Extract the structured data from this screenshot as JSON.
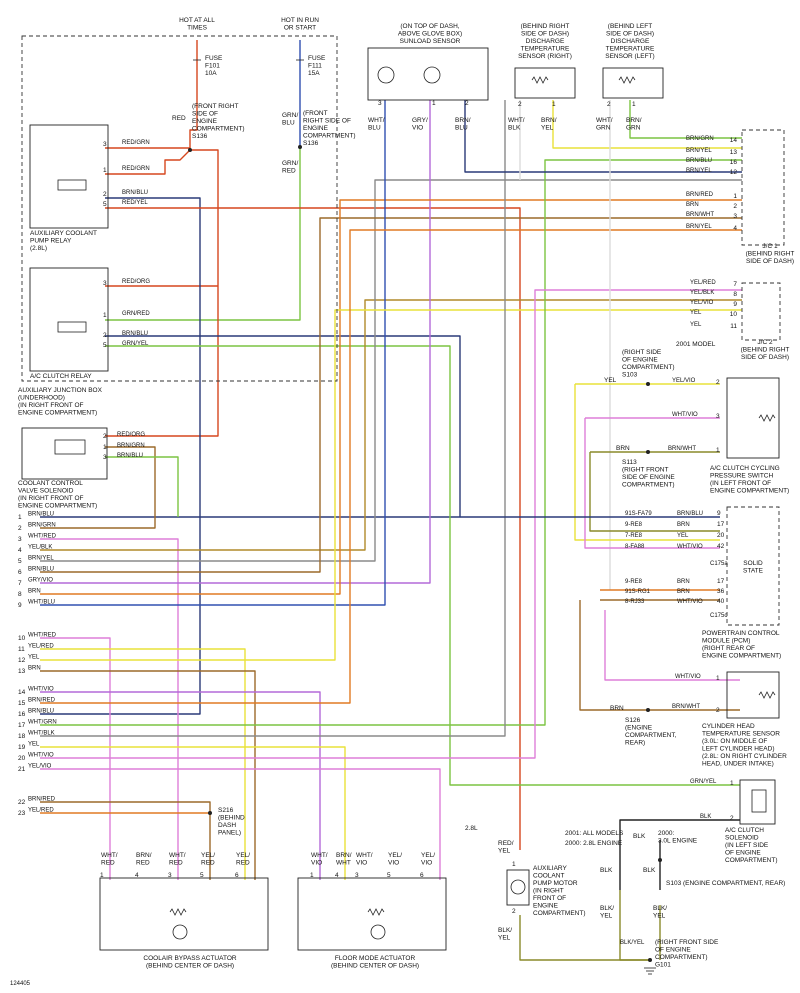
{
  "figure_id": "124405",
  "top": {
    "hot_at_all_times": [
      "HOT AT ALL",
      "TIMES"
    ],
    "hot_in_run": [
      "HOT IN RUN",
      "OR START"
    ],
    "fuse_f101": [
      "FUSE",
      "F101",
      "10A"
    ],
    "fuse_f111": [
      "FUSE",
      "F111",
      "15A"
    ],
    "s136_a": [
      "(FRONT RIGHT",
      "SIDE OF",
      "ENGINE",
      "COMPARTMENT)",
      "S136"
    ],
    "s136_b": [
      "(FRONT",
      "RIGHT SIDE OF",
      "ENGINE",
      "COMPARTMENT)",
      "S136"
    ],
    "red": "RED",
    "grn_blu": [
      "GRN/",
      "BLU"
    ],
    "grn_red": [
      "GRN/",
      "RED"
    ]
  },
  "sunload": {
    "title": [
      "(ON TOP OF DASH,",
      "ABOVE GLOVE BOX)",
      "SUNLOAD SENSOR"
    ],
    "pins": [
      "3",
      "1",
      "2"
    ],
    "wires": [
      [
        "WHT/",
        "BLU"
      ],
      [
        "GRY/",
        "VIO"
      ],
      [
        "BRN/",
        "BLU"
      ]
    ]
  },
  "temp_right": {
    "title": [
      "(BEHIND RIGHT",
      "SIDE OF DASH)",
      "DISCHARGE",
      "TEMPERATURE",
      "SENSOR (RIGHT)"
    ],
    "pins": [
      "2",
      "1"
    ],
    "wires": [
      [
        "WHT/",
        "BLK"
      ],
      [
        "BRN/",
        "YEL"
      ]
    ]
  },
  "temp_left": {
    "title": [
      "(BEHIND LEFT",
      "SIDE OF DASH)",
      "DISCHARGE",
      "TEMPERATURE",
      "SENSOR (LEFT)"
    ],
    "pins": [
      "2",
      "1"
    ],
    "wires": [
      [
        "WHT/",
        "GRN"
      ],
      [
        "BRN/",
        "GRN"
      ]
    ]
  },
  "aux_pump_relay": {
    "name": [
      "AUXILIARY COOLANT",
      "PUMP RELAY",
      "(2.8L)"
    ],
    "pins": [
      "3",
      "1",
      "2",
      "5"
    ],
    "wires": [
      "RED/GRN",
      "RED/GRN",
      "BRN/BLU",
      "RED/YEL"
    ]
  },
  "ac_clutch_relay": {
    "name": "A/C CLUTCH RELAY",
    "pins": [
      "3",
      "1",
      "2",
      "5"
    ],
    "wires": [
      "RED/ORG",
      "GRN/RED",
      "BRN/BLU",
      "GRN/YEL"
    ]
  },
  "aux_junction": [
    "AUXILIARY JUNCTION BOX",
    "(UNDERHOOD)",
    "(IN RIGHT FRONT OF",
    "ENGINE COMPARTMENT)"
  ],
  "coolant_valve": {
    "name": [
      "COOLANT CONTROL",
      "VALVE SOLENOID",
      "(IN RIGHT FRONT OF",
      "ENGINE COMPARTMENT)"
    ],
    "pins": [
      "2",
      "1",
      "3"
    ],
    "wires": [
      "RED/ORG",
      "BRN/GRN",
      "BRN/BLU"
    ]
  },
  "jc1": {
    "pins": [
      "14",
      "13",
      "16",
      "12",
      "1",
      "2",
      "3",
      "4"
    ],
    "wires": [
      "BRN/GRN",
      "BRN/YEL",
      "BRN/BLU",
      "BRN/YEL",
      "BRN/RED",
      "BRN",
      "BRN/WHT",
      "BRN/YEL"
    ],
    "name": [
      "J/C 1",
      "(BEHIND RIGHT",
      "SIDE OF DASH)"
    ]
  },
  "jc2": {
    "pins": [
      "7",
      "8",
      "9",
      "10",
      "11"
    ],
    "wires": [
      "YEL/RED",
      "YEL/BLK",
      "YEL/VIO",
      "YEL",
      "YEL"
    ],
    "name": [
      "J/C 2",
      "(BEHIND RIGHT",
      "SIDE OF DASH)"
    ]
  },
  "left_connector": {
    "pins": [
      "1",
      "2",
      "3",
      "4",
      "5",
      "6",
      "7",
      "8",
      "9",
      "10",
      "11",
      "12",
      "13",
      "14",
      "15",
      "16",
      "17",
      "18",
      "19",
      "20",
      "21",
      "22",
      "23"
    ],
    "wires": [
      "BRN/BLU",
      "BRN/GRN",
      "WHT/RED",
      "YEL/BLK",
      "BRN/YEL",
      "BRN/BLU",
      "GRY/VIO",
      "BRN",
      "WHT/BLU",
      "WHT/RED",
      "YEL/RED",
      "YEL",
      "BRN",
      "WHT/VIO",
      "BRN/RED",
      "BRN/BLU",
      "WHT/GRN",
      "WHT/BLK",
      "YEL",
      "WHT/VIO",
      "YEL/VIO",
      "BRN/RED",
      "YEL/RED"
    ]
  },
  "pressure_switch": {
    "model_2001": "2001 MODEL",
    "s103": [
      "(RIGHT SIDE",
      "OF ENGINE",
      "COMPARTMENT)",
      "S103"
    ],
    "yel": "YEL",
    "pins": [
      "2",
      "3",
      "1"
    ],
    "wires": [
      "YEL/VIO",
      "WHT/VIO",
      "BRN/WHT"
    ],
    "brn": "BRN",
    "s113": [
      "S113",
      "(RIGHT FRONT",
      "SIDE OF ENGINE",
      "COMPARTMENT)"
    ],
    "name": [
      "A/C CLUTCH CYCLING",
      "PRESSURE SWITCH",
      "(IN LEFT FRONT OF",
      "ENGINE COMPARTMENT)"
    ]
  },
  "pcm": {
    "rows_a": [
      [
        "91S-FA79",
        "BRN/BLU",
        "9"
      ],
      [
        "9-RE8",
        "BRN",
        "17"
      ],
      [
        "7-RE8",
        "YEL",
        "20"
      ],
      [
        "8-FA88",
        "WHT/VIO",
        "42"
      ]
    ],
    "c175a": "C175a",
    "rows_c": [
      [
        "9-RE8",
        "BRN",
        "17"
      ],
      [
        "91S-RG1",
        "BRN",
        "36"
      ],
      [
        "8-RJ33",
        "WHT/VIO",
        "40"
      ]
    ],
    "c175c": "C175c",
    "solid_state": [
      "SOLID",
      "STATE"
    ],
    "name": [
      "POWERTRAIN CONTROL",
      "MODULE (PCM)",
      "(RIGHT REAR OF",
      "ENGINE COMPARTMENT)"
    ]
  },
  "head_sensor": {
    "pins": [
      "1",
      "2"
    ],
    "wires": [
      "WHT/VIO",
      "BRN/WHT"
    ],
    "brn": "BRN",
    "s126": [
      "S126",
      "(ENGINE",
      "COMPARTMENT,",
      "REAR)"
    ],
    "name": [
      "CYLINDER HEAD",
      "TEMPERATURE SENSOR",
      "(3.0L: ON MIDDLE OF",
      "LEFT CYLINDER HEAD)",
      "(2.8L: ON RIGHT CYLINDER",
      "HEAD, UNDER INTAKE)"
    ]
  },
  "clutch_solenoid": {
    "pins": [
      "1",
      "2"
    ],
    "wires": [
      "GRN/YEL",
      "BLK"
    ],
    "name": [
      "A/C CLUTCH",
      "SOLENOID",
      "(IN LEFT SIDE",
      "OF ENGINE",
      "COMPARTMENT)"
    ]
  },
  "s216": [
    "S216",
    "(BEHIND",
    "DASH",
    "PANEL)"
  ],
  "pump_motor": {
    "label_28": "2.8L",
    "wire_top": [
      "RED/",
      "YEL"
    ],
    "pins": [
      "1",
      "2"
    ],
    "name": [
      "AUXILIARY",
      "COOLANT",
      "PUMP MOTOR",
      "(IN RIGHT",
      "FRONT OF",
      "ENGINE",
      "COMPARTMENT)"
    ],
    "wire_bot": [
      "BLK/",
      "YEL"
    ]
  },
  "ground": {
    "model_a": "2001: ALL MODELS",
    "model_b": "2000: 2.8L ENGINE",
    "model_c": [
      "2000:",
      "3.0L ENGINE"
    ],
    "blk": "BLK",
    "s103b": "S103  (ENGINE COMPARTMENT, REAR)",
    "blk_yel_l": [
      "BLK/",
      "YEL"
    ],
    "blk_yel_r": [
      "BLK/",
      "YEL"
    ],
    "blk_yel_bottom": "BLK/YEL",
    "g101": [
      "(RIGHT FRONT SIDE",
      "OF ENGINE",
      "COMPARTMENT)",
      "G101"
    ]
  },
  "coolair": {
    "wires": [
      [
        "WHT/",
        "RED"
      ],
      [
        "BRN/",
        "RED"
      ],
      [
        "WHT/",
        "RED"
      ],
      [
        "YEL/",
        "RED"
      ],
      [
        "YEL/",
        "RED"
      ]
    ],
    "pins": [
      "1",
      "4",
      "3",
      "5",
      "6"
    ],
    "name": [
      "COOLAIR BYPASS ACTUATOR",
      "(BEHIND CENTER OF DASH)"
    ]
  },
  "floor": {
    "wires": [
      [
        "WHT/",
        "VIO"
      ],
      [
        "BRN/",
        "WHT"
      ],
      [
        "WHT/",
        "VIO"
      ],
      [
        "YEL/",
        "VIO"
      ],
      [
        "YEL/",
        "VIO"
      ]
    ],
    "pins": [
      "1",
      "4",
      "3",
      "5",
      "6"
    ],
    "name": [
      "FLOOR MODE ACTUATOR",
      "(BEHIND CENTER OF DASH)"
    ]
  },
  "colors": {
    "red": "#d6471e",
    "orange": "#e07a23",
    "brown": "#9c6a2a",
    "blue": "#3050b0",
    "dkblue": "#2a3a78",
    "yellow": "#e9e23a",
    "green": "#7cc442",
    "violet": "#b36ad8",
    "pink": "#de7fd8",
    "gray": "#8a8a8a",
    "white": "#dcdcdc",
    "black": "#222222",
    "gold": "#b08a2a",
    "olive": "#8a8a2a"
  }
}
